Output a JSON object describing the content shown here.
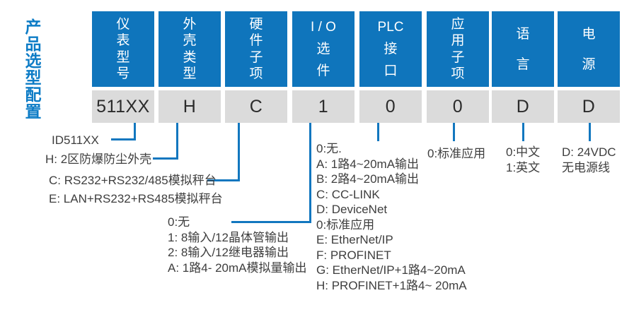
{
  "title": "产品选型配置",
  "colors": {
    "header_blue": "#0f75bc",
    "title_blue": "#0d7cc6",
    "value_gray": "#dbdbdb",
    "line_blue": "#1277bf",
    "text_dark": "#3e3e3e"
  },
  "columns": [
    {
      "id": "model",
      "header": "仪\n表\n型\n号",
      "value": "511XX",
      "note": "ID511XX"
    },
    {
      "id": "enclosure",
      "header": "外\n壳\n类\n型",
      "value": "H",
      "note": "H: 2区防爆防尘外壳"
    },
    {
      "id": "hardware",
      "header": "硬\n件\n子\n项",
      "value": "C",
      "note": "C: RS232+RS232/485模拟秤台\nE: LAN+RS232+RS485模拟秤台"
    },
    {
      "id": "io",
      "header": "I / O\n选\n件",
      "value": "1",
      "note": "0:无\n1: 8输入/12晶体管输出\n2: 8输入/12继电器输出\nA: 1路4- 20mA模拟量输出"
    },
    {
      "id": "plc",
      "header": "PLC\n接\n口",
      "value": "0",
      "note": "0:无.\nA: 1路4~20mA输出\nB: 2路4~20mA输出\nC: CC-LINK\nD: DeviceNet\n0:标准应用\nE: EtherNet/IP\nF: PROFINET\nG: EtherNet/IP+1路4~20mA\nH: PROFINET+1路4~ 20mA"
    },
    {
      "id": "application",
      "header": "应\n用\n子\n项",
      "value": "0",
      "note": "0:标准应用"
    },
    {
      "id": "language",
      "header": "语\n言",
      "value": "D",
      "note": "0:中文\n1:英文"
    },
    {
      "id": "power",
      "header": "电\n源",
      "value": "D",
      "note": "D: 24VDC\n无电源线"
    }
  ]
}
